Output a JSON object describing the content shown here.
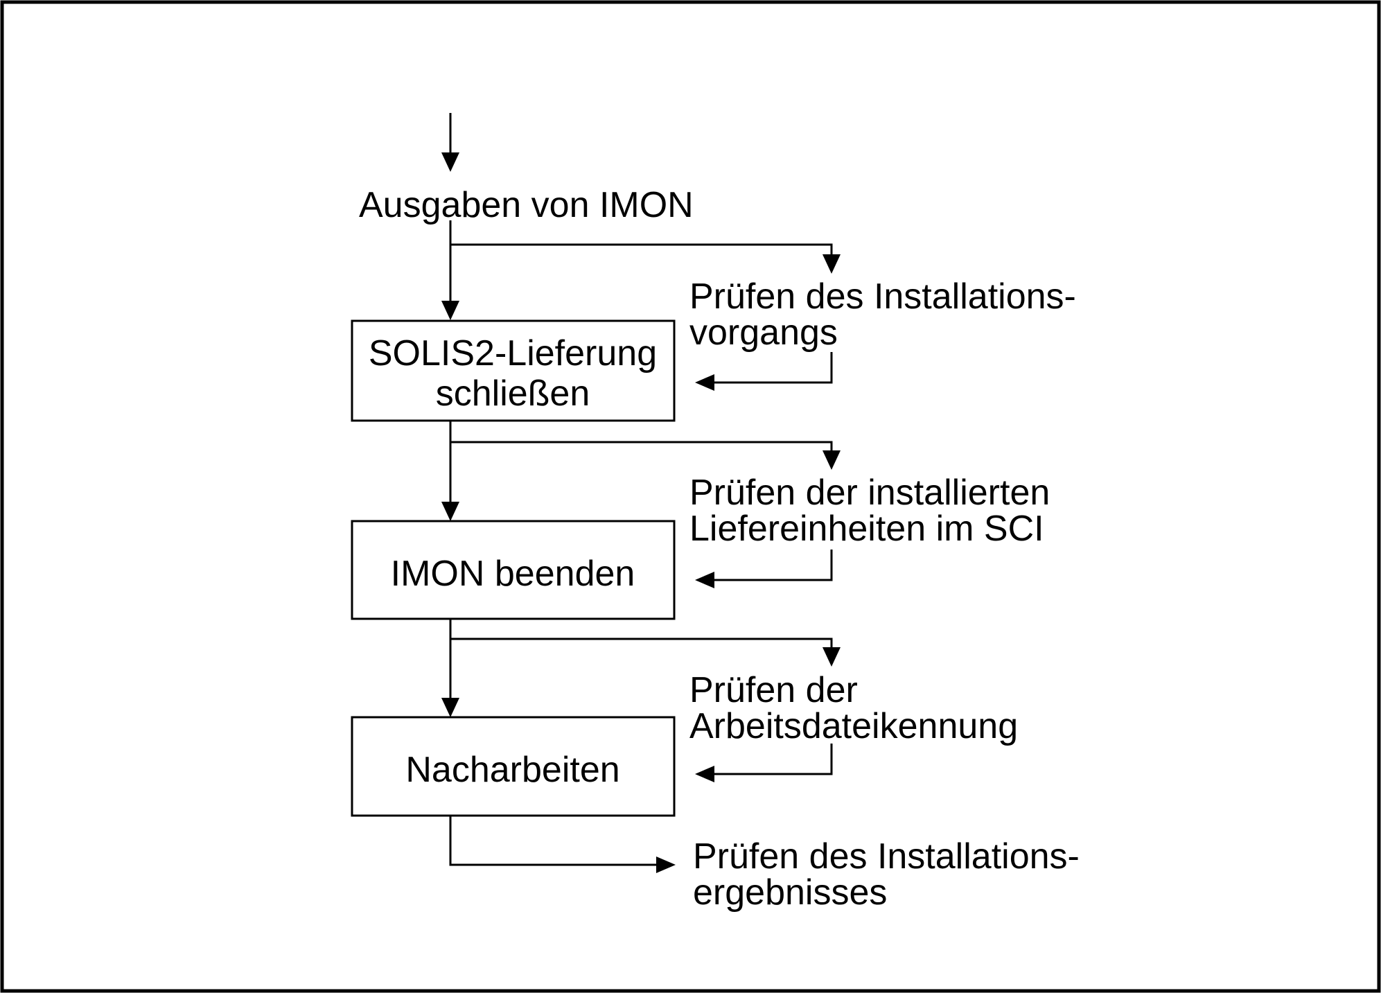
{
  "diagram": {
    "background_color": "#ffffff",
    "line_color": "#000000",
    "start_label": "Ausgaben von IMON",
    "boxes": [
      {
        "id": "solis2-lieferung-schliessen",
        "lines": [
          "SOLIS2-Lieferung",
          "schließen"
        ]
      },
      {
        "id": "imon-beenden",
        "lines": [
          "IMON beenden"
        ]
      },
      {
        "id": "nacharbeiten",
        "lines": [
          "Nacharbeiten"
        ]
      }
    ],
    "annotations": [
      {
        "id": "pruefen-installationsvorgang",
        "lines": [
          "Prüfen des Installations-",
          "vorgangs"
        ]
      },
      {
        "id": "pruefen-liefereinheiten",
        "lines": [
          "Prüfen der installierten",
          "Liefereinheiten im SCI"
        ]
      },
      {
        "id": "pruefen-arbeitsdateikennung",
        "lines": [
          "Prüfen der",
          "Arbeitsdateikennung"
        ]
      },
      {
        "id": "pruefen-installationsergebnis",
        "lines": [
          "Prüfen des Installations-",
          "ergebnisses"
        ]
      }
    ]
  }
}
